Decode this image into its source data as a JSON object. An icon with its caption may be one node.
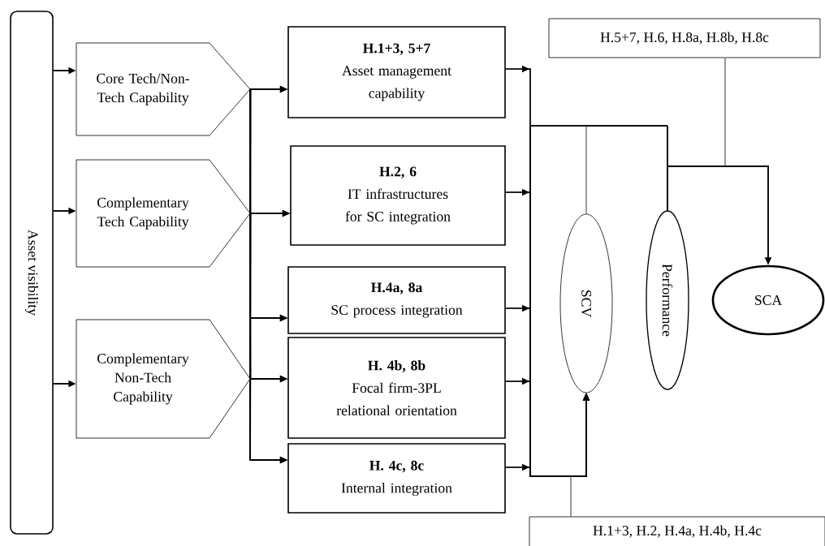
{
  "diagram": {
    "nodes": [
      {
        "text": [
          "Asset visibility"
        ]
      },
      {
        "text": [
          "Core Tech/Non-Tech Capability"
        ]
      },
      {
        "text": [
          "Complementary Tech Capability"
        ]
      },
      {
        "text": [
          "Complementary Non-Tech Capability"
        ]
      },
      {
        "text": [
          "H.1+3, 5+7",
          "Asset management capability"
        ]
      },
      {
        "text": [
          "H.2, 6",
          "IT infrastructures for SC integration"
        ]
      },
      {
        "text": [
          "H.4a, 8a",
          "SC process integration"
        ]
      },
      {
        "text": [
          "H. 4b, 8b",
          "Focal firm-3PL relational orientation"
        ]
      },
      {
        "text": [
          "H. 4c, 8c",
          "Internal integration"
        ]
      },
      {
        "text": [
          "SCV"
        ]
      },
      {
        "text": [
          "Performance"
        ]
      },
      {
        "text": [
          "SCA"
        ]
      },
      {
        "text": [
          "H.5+7, H.6, H.8a, H.8b, H.8c"
        ]
      },
      {
        "text": [
          "H.1+3, H.2, H.4a, H.4b, H.4c"
        ]
      }
    ],
    "edges": [
      {
        "from": 0,
        "to": 1,
        "arrow": "to"
      },
      {
        "from": 0,
        "to": 2,
        "arrow": "to"
      },
      {
        "from": 0,
        "to": 3,
        "arrow": "to"
      },
      {
        "from": 1,
        "to": 4,
        "arrow": "to"
      },
      {
        "from": 1,
        "to": 5,
        "arrow": "to"
      },
      {
        "from": 1,
        "to": 6,
        "arrow": "to"
      },
      {
        "from": 1,
        "to": 7,
        "arrow": "to"
      },
      {
        "from": 1,
        "to": 8,
        "arrow": "to"
      },
      {
        "from": 2,
        "to": 4,
        "arrow": "to"
      },
      {
        "from": 2,
        "to": 5,
        "arrow": "to"
      },
      {
        "from": 2,
        "to": 6,
        "arrow": "to"
      },
      {
        "from": 2,
        "to": 7,
        "arrow": "to"
      },
      {
        "from": 2,
        "to": 8,
        "arrow": "to"
      },
      {
        "from": 3,
        "to": 4,
        "arrow": "to"
      },
      {
        "from": 3,
        "to": 5,
        "arrow": "to"
      },
      {
        "from": 3,
        "to": 6,
        "arrow": "to"
      },
      {
        "from": 3,
        "to": 7,
        "arrow": "to"
      },
      {
        "from": 3,
        "to": 8,
        "arrow": "to"
      },
      {
        "from": 4,
        "to": 9,
        "arrow": "to"
      },
      {
        "from": 5,
        "to": 9,
        "arrow": "to"
      },
      {
        "from": 6,
        "to": 9,
        "arrow": "to"
      },
      {
        "from": 7,
        "to": 9,
        "arrow": "to"
      },
      {
        "from": 8,
        "to": 9,
        "arrow": "to"
      },
      {
        "from": 4,
        "to": 10,
        "arrow": "none"
      },
      {
        "from": 5,
        "to": 10,
        "arrow": "none"
      },
      {
        "from": 6,
        "to": 10,
        "arrow": "none"
      },
      {
        "from": 7,
        "to": 10,
        "arrow": "none"
      },
      {
        "from": 8,
        "to": 10,
        "arrow": "none"
      },
      {
        "from": 9,
        "to": 10,
        "arrow": "none"
      },
      {
        "from": 10,
        "to": 11,
        "arrow": "to"
      },
      {
        "from": 12,
        "to": null,
        "arrow": "none"
      },
      {
        "from": 13,
        "to": null,
        "arrow": "none"
      }
    ]
  }
}
